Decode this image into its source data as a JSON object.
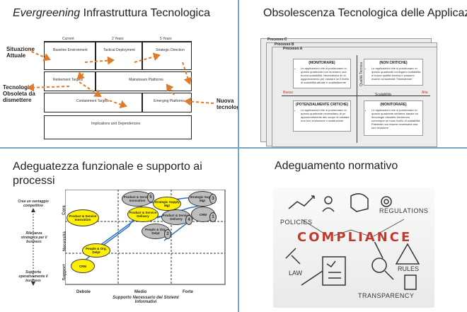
{
  "q1": {
    "title_italic": "Evergreening",
    "title_rest": " Infrastruttura Tecnologica",
    "col_current": "Current",
    "col_2y": "2 Years",
    "col_5y": "5 Years",
    "cell_baseline": "Baseline Environment",
    "cell_tactical": "Tactical Deployment",
    "cell_strategic": "Strategic Direction",
    "cell_retirement": "Retirement Targets",
    "cell_mainstream": "Mainstream Platforms",
    "cell_containment": "Containment Targets",
    "cell_emerging": "Emerging Platforms",
    "cell_implications": "Implications and Dependencies",
    "label_situazione": "Situazione Attuale",
    "label_obsoleta": "Tecnologia Obsoleta da dismettere",
    "label_nuova": "Nuova tecnologia",
    "arrow_color": "#e07b2a"
  },
  "q2": {
    "title": "Obsolescenza Tecnologica delle Applicazioni",
    "sheet_c": "Processo C",
    "sheet_b": "Processo B",
    "sheet_a": "Processo A",
    "box_tl_title": "(MONITORARE)",
    "box_tl_text": "Le applicazioni che si posizionano in questo quadrante non mostrano una buona scalabilità. Necessitano di un aggiornamento per valutare se il livello di scalabilità attuale è soddisfacente",
    "box_tr_title": "(NON CRITICHE)",
    "box_tr_text": "Le applicazioni che si posizionano in questo quadrante coniugano scalabilità a buona qualità tecnica e possono essere considerate \"Mainstream\"",
    "box_bl_title": "(POTENZIALMENTE CRITICHE)",
    "box_bl_text": "Le applicazioni che si posizionano in questo quadrante necessitano di un approfondimento allo scopo di valutare una loro evoluzione o sostituzione",
    "box_br_title": "(MONITORARE)",
    "box_br_text": "Le applicazioni che si posizionano in questo quadrante sebbene basate su tecnologie obsolete forniscono comunque un buon livello di scalabilità. Potrebbe non essere necessaria una loro revisione",
    "axis_x": "Scalabilità",
    "axis_y": "Qualità Tecnica",
    "axis_low": "Bassa",
    "axis_high": "Alta"
  },
  "q3": {
    "title_line1": "Adeguatezza funzionale e supporto ai",
    "title_line2": "processi",
    "side_top": "Crea un vantaggio competitivo",
    "side_mid": "Rilevanza strategica per il business",
    "side_bot": "Supporta operativamente il business",
    "y_core": "Core",
    "y_nec": "Necessità",
    "y_sup": "Support",
    "x_debole": "Debole",
    "x_medio": "Medio",
    "x_forte": "Forte",
    "x_axis_line1": "Supporto Necessario dei Sistemi",
    "x_axis_line2": "Informativi",
    "yellow": "#ffef00",
    "grey": "#bdbdbd",
    "bubbles": {
      "psi_y": "Product & Service Innovation",
      "psi_g": "Product & Service Innovation",
      "ssm_y": "Strategic Supply Mgt",
      "ssm_g": "Strategic Supply Mgt",
      "psd_y": "Product & Service Delivery",
      "psd_g": "Product & Service Delivery",
      "crm_g": "CRM",
      "pod_y": "People & Org. Delpt",
      "pod_g": "People & Org. Delpt",
      "crm_y": "CRM"
    },
    "nums": {
      "n1": "1",
      "n2": "2",
      "n3": "3",
      "n4": "4",
      "n5": "5"
    }
  },
  "q4": {
    "title": "Adeguamento normativo",
    "word_compliance": "COMPLIANCE",
    "word_policies": "POLICIES",
    "word_regulations": "REGULATIONS",
    "word_law": "LAW",
    "word_rules": "RULES",
    "word_transparency": "TRANSPARENCY",
    "accent_red": "#c0392b"
  }
}
